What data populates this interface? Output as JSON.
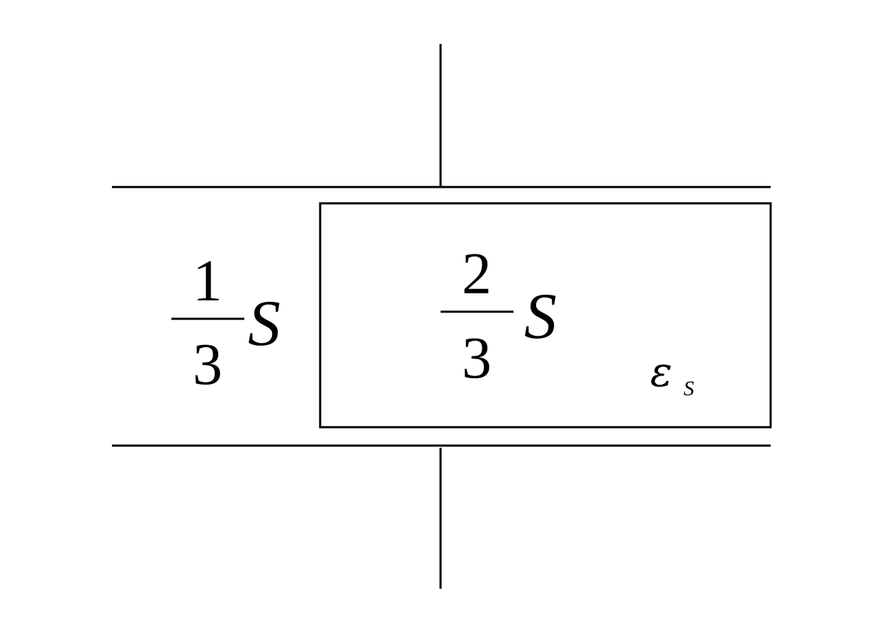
{
  "left_region": {
    "numerator": "1",
    "denominator": "3",
    "variable": "S"
  },
  "right_region": {
    "numerator": "2",
    "denominator": "3",
    "variable": "S"
  },
  "dielectric": {
    "symbol": "ε",
    "subscript": "S"
  }
}
